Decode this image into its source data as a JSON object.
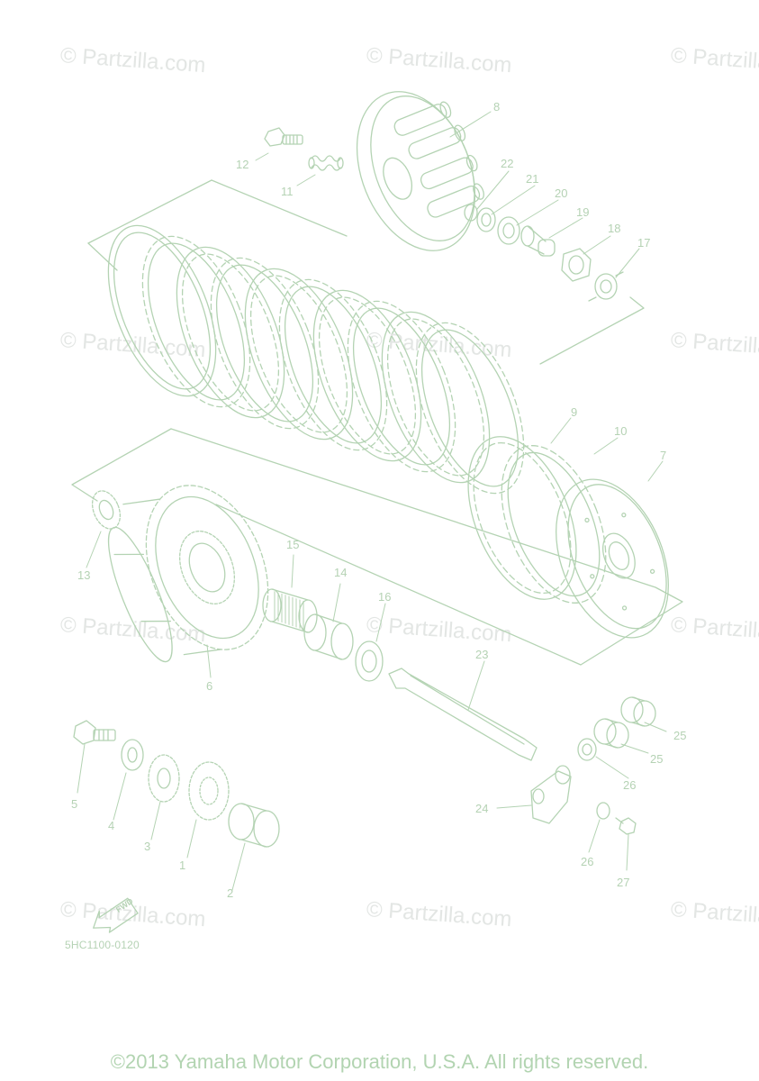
{
  "watermark": "© Partzilla.com",
  "diagram_code": "5HC1100-0120",
  "copyright": "©2013 Yamaha Motor Corporation, U.S.A. All rights reserved.",
  "fwd_label": "FWD",
  "callouts": [
    "1",
    "2",
    "3",
    "4",
    "5",
    "6",
    "7",
    "8",
    "9",
    "10",
    "11",
    "12",
    "13",
    "14",
    "15",
    "16",
    "17",
    "18",
    "19",
    "20",
    "21",
    "22",
    "23",
    "24",
    "25",
    "25",
    "26",
    "26",
    "27"
  ],
  "colors": {
    "line": "#b4d3b3",
    "watermark": "#e3e6e4"
  }
}
